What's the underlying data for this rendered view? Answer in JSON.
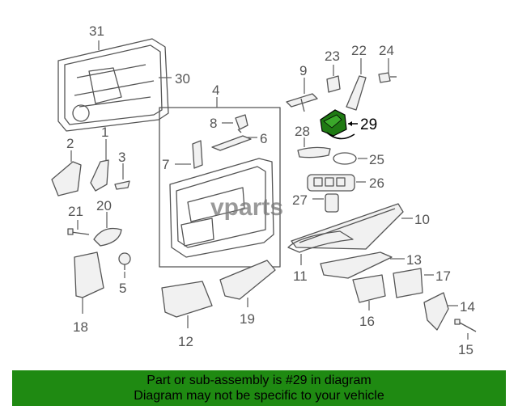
{
  "diagram": {
    "watermark": "vparts",
    "highlighted_part": "29",
    "highlight_color": "#1f7a13",
    "callouts": {
      "p1": "1",
      "p2": "2",
      "p3": "3",
      "p4": "4",
      "p5": "5",
      "p6": "6",
      "p7": "7",
      "p8": "8",
      "p9": "9",
      "p10": "10",
      "p11": "11",
      "p12": "12",
      "p13": "13",
      "p14": "14",
      "p15": "15",
      "p16": "16",
      "p17": "17",
      "p18": "18",
      "p19": "19",
      "p20": "20",
      "p21": "21",
      "p22": "22",
      "p23": "23",
      "p24": "24",
      "p25": "25",
      "p26": "26",
      "p27": "27",
      "p28": "28",
      "p29": "29",
      "p30": "30",
      "p31": "31"
    }
  },
  "banner": {
    "line1": "Part or sub-assembly is #29 in diagram",
    "line2": "Diagram may not be specific to your vehicle",
    "color": "#1f8a12"
  }
}
